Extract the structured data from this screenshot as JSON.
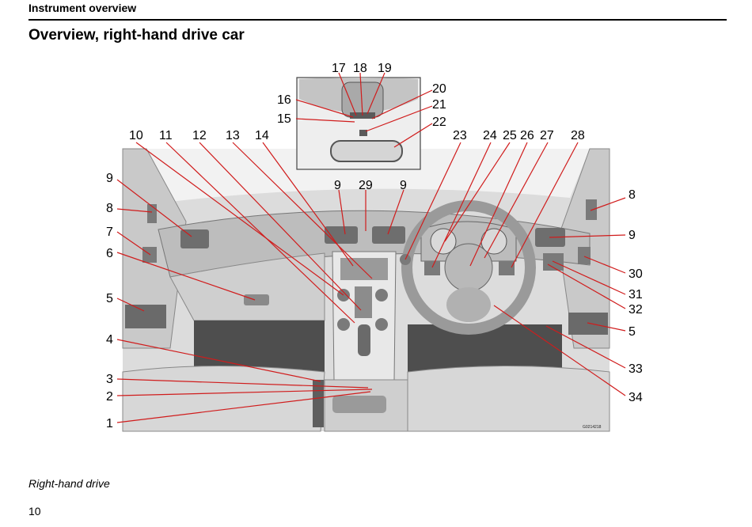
{
  "header": {
    "section_title": "Instrument overview",
    "page_title": "Overview, right-hand drive car"
  },
  "figure": {
    "reference_code": "G0214218",
    "leader_color": "#d01c1c",
    "callouts": [
      "1",
      "2",
      "3",
      "4",
      "5",
      "5",
      "6",
      "7",
      "8",
      "8",
      "9",
      "9",
      "9",
      "9",
      "9",
      "10",
      "11",
      "12",
      "13",
      "14",
      "15",
      "16",
      "17",
      "18",
      "19",
      "20",
      "21",
      "22",
      "23",
      "24",
      "25",
      "26",
      "27",
      "28",
      "29",
      "30",
      "31",
      "32",
      "33",
      "34"
    ]
  },
  "caption": "Right-hand drive",
  "page_number": "10"
}
